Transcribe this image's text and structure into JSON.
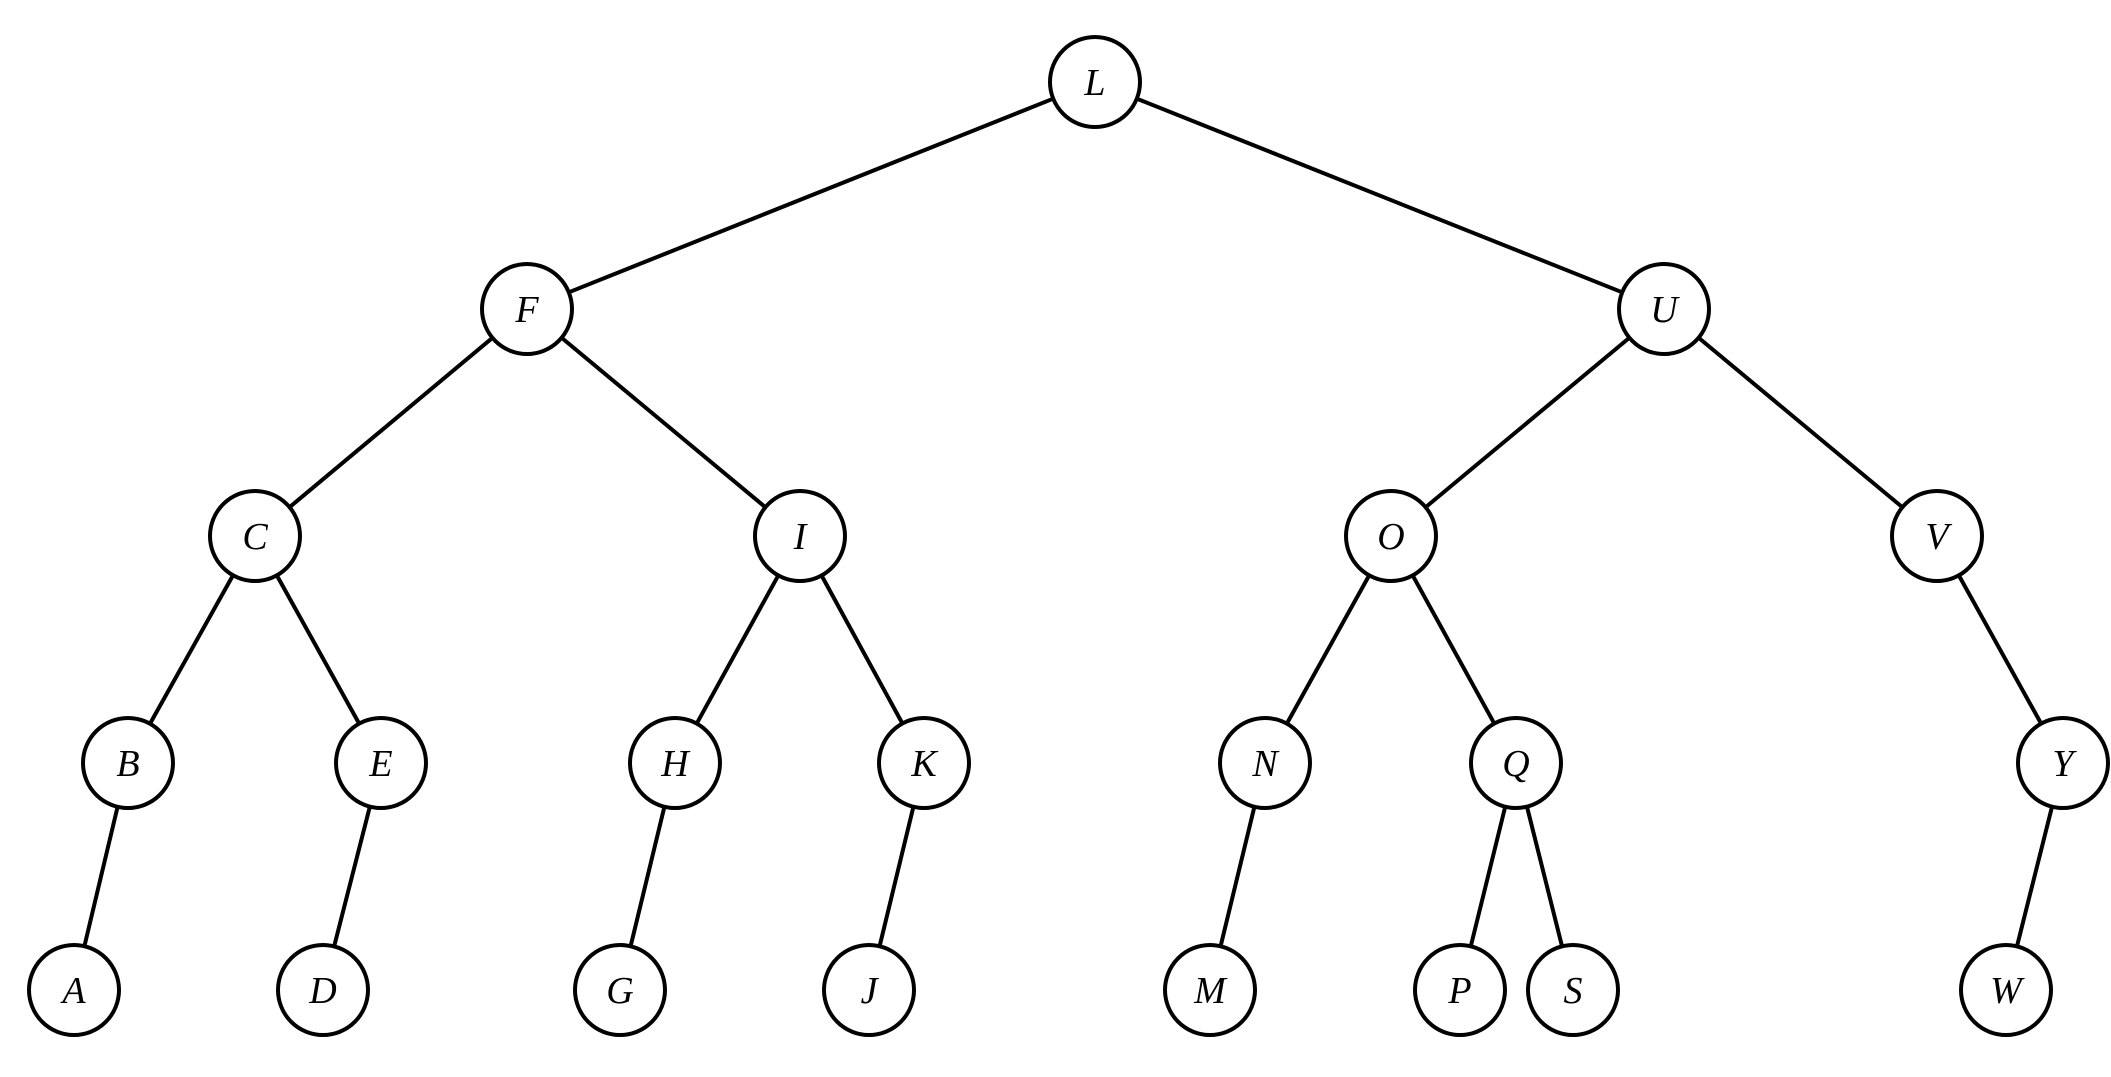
{
  "tree": {
    "root": "L",
    "nodes": [
      {
        "id": "L",
        "label": "L",
        "children": [
          "F",
          "U"
        ]
      },
      {
        "id": "F",
        "label": "F",
        "children": [
          "C",
          "I"
        ]
      },
      {
        "id": "U",
        "label": "U",
        "children": [
          "O",
          "V"
        ]
      },
      {
        "id": "C",
        "label": "C",
        "children": [
          "B",
          "E"
        ]
      },
      {
        "id": "I",
        "label": "I",
        "children": [
          "H",
          "K"
        ]
      },
      {
        "id": "O",
        "label": "O",
        "children": [
          "N",
          "Q"
        ]
      },
      {
        "id": "V",
        "label": "V",
        "children": [
          "Y"
        ]
      },
      {
        "id": "B",
        "label": "B",
        "children": [
          "A"
        ]
      },
      {
        "id": "E",
        "label": "E",
        "children": [
          "D"
        ]
      },
      {
        "id": "H",
        "label": "H",
        "children": [
          "G"
        ]
      },
      {
        "id": "K",
        "label": "K",
        "children": [
          "J"
        ]
      },
      {
        "id": "N",
        "label": "N",
        "children": [
          "M"
        ]
      },
      {
        "id": "Q",
        "label": "Q",
        "children": [
          "P",
          "S"
        ]
      },
      {
        "id": "Y",
        "label": "Y",
        "children": [
          "W"
        ]
      },
      {
        "id": "A",
        "label": "A",
        "children": []
      },
      {
        "id": "D",
        "label": "D",
        "children": []
      },
      {
        "id": "G",
        "label": "G",
        "children": []
      },
      {
        "id": "J",
        "label": "J",
        "children": []
      },
      {
        "id": "M",
        "label": "M",
        "children": []
      },
      {
        "id": "P",
        "label": "P",
        "children": []
      },
      {
        "id": "S",
        "label": "S",
        "children": []
      },
      {
        "id": "W",
        "label": "W",
        "children": []
      }
    ]
  },
  "colors": {
    "stroke": "#000000",
    "fill": "#ffffff",
    "text": "#000000"
  }
}
